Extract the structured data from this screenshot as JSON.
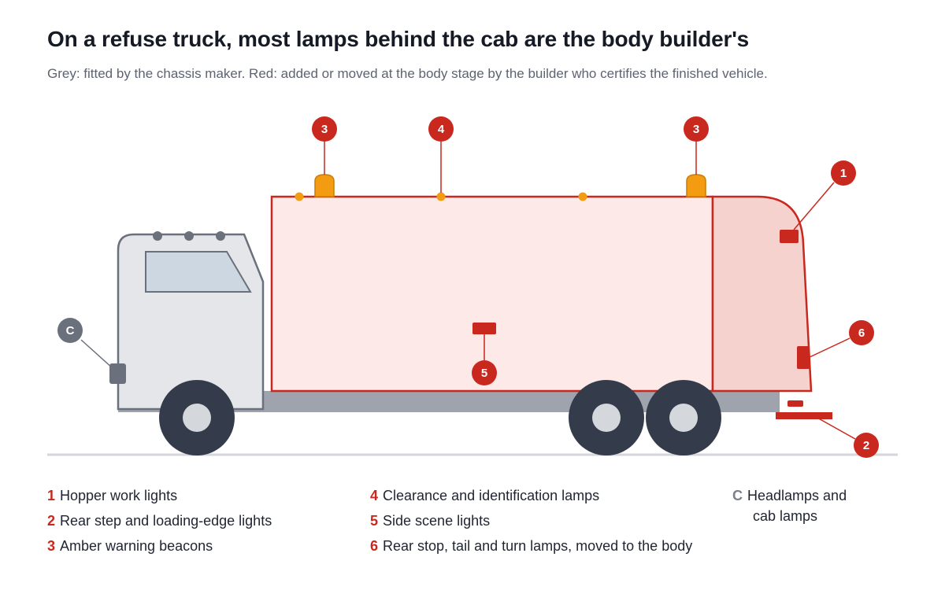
{
  "title": "On a refuse truck, most lamps behind the cab are the body builder's",
  "subtitle": "Grey: fitted by the chassis maker. Red: added or moved at the body stage by the builder who certifies the finished vehicle.",
  "colors": {
    "body_builder": "#c8281e",
    "chassis_maker": "#6b717c",
    "beacon": "#f39c12"
  },
  "badges": {
    "hopper": "1",
    "rear_step": "2",
    "beacon_front": "3",
    "beacon_rear": "3",
    "clearance": "4",
    "side_scene": "5",
    "rear_stop": "6",
    "headlamp": "C"
  },
  "legend": [
    {
      "key": "1",
      "label": "Hopper work lights"
    },
    {
      "key": "2",
      "label": "Rear step and loading-edge lights"
    },
    {
      "key": "3",
      "label": "Amber warning beacons"
    },
    {
      "key": "4",
      "label": "Clearance and identification lamps"
    },
    {
      "key": "5",
      "label": "Side scene lights"
    },
    {
      "key": "6",
      "label": "Rear stop, tail and turn lamps, moved to the body"
    },
    {
      "key": "C",
      "label": "Headlamps and",
      "label2": "cab lamps"
    }
  ]
}
